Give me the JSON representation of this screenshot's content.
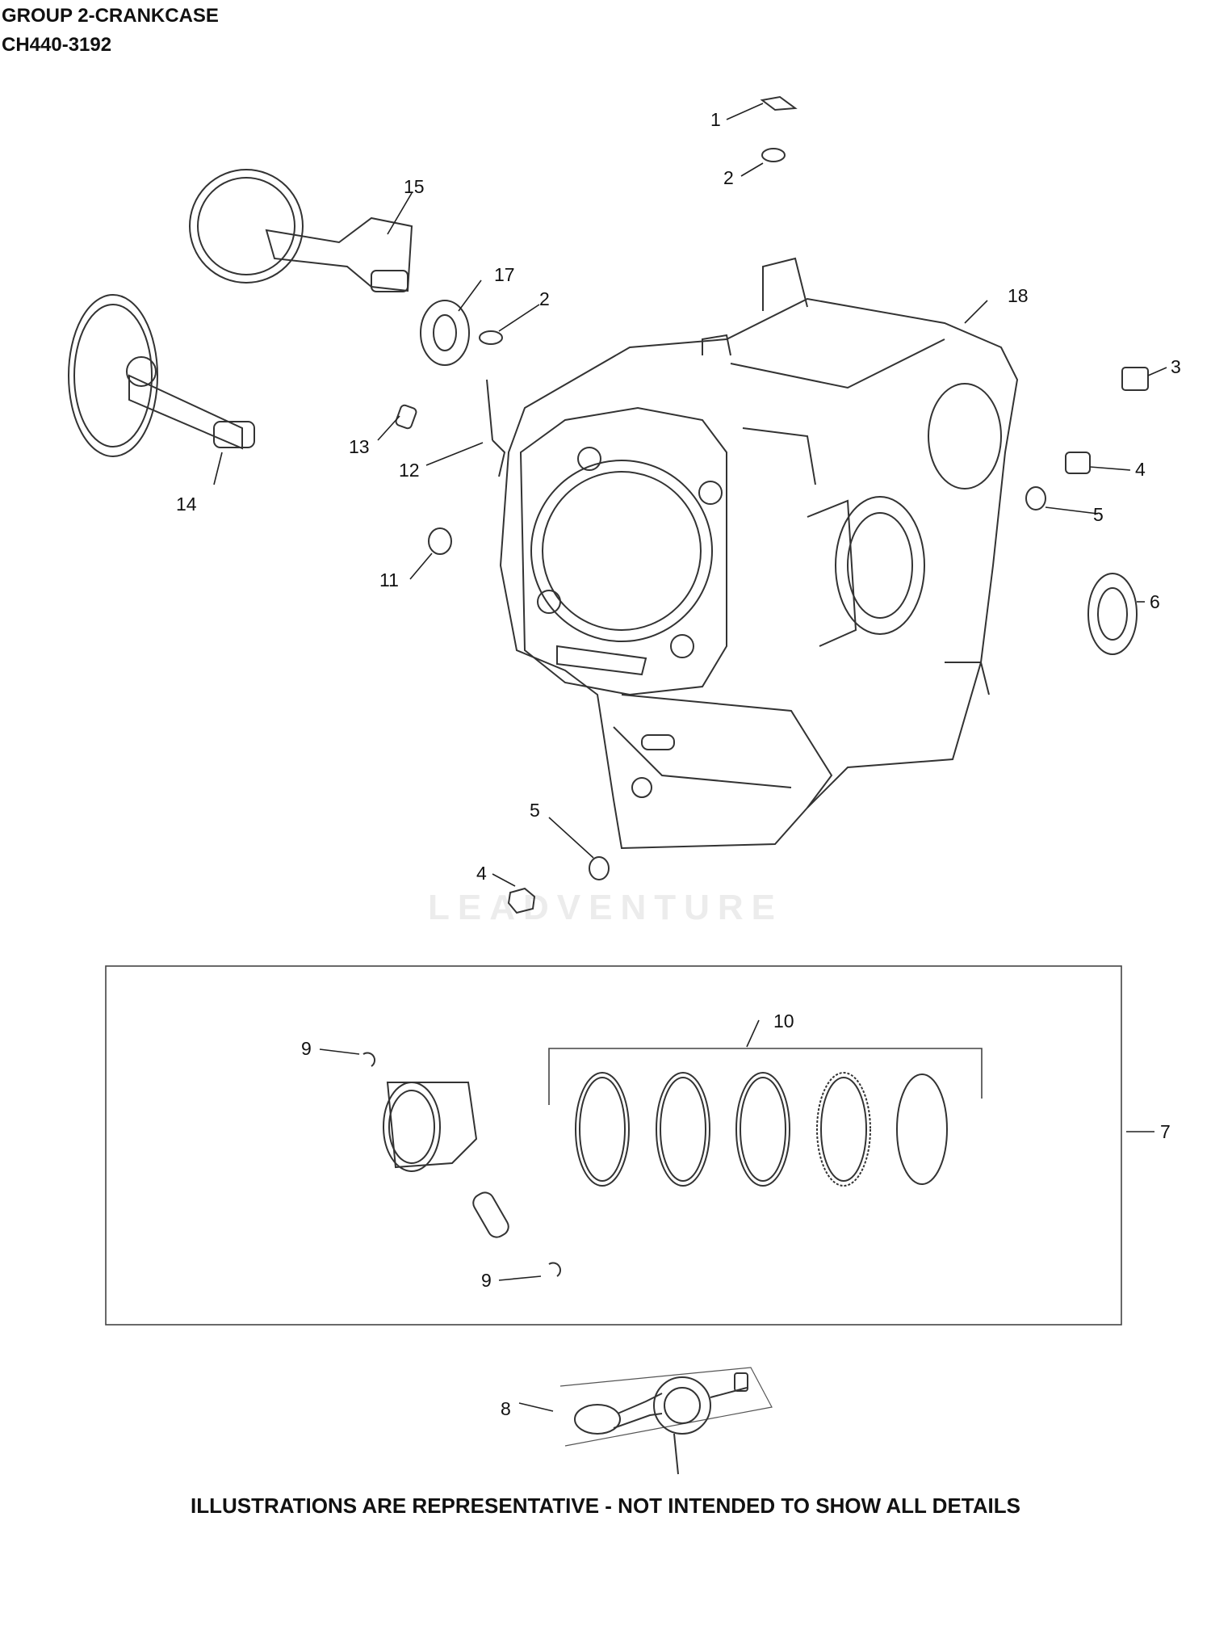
{
  "header": {
    "title": "GROUP 2-CRANKCASE",
    "subtitle": "CH440-3192"
  },
  "callouts": [
    "1",
    "2",
    "2",
    "3",
    "4",
    "4",
    "5",
    "5",
    "6",
    "7",
    "8",
    "9",
    "9",
    "10",
    "11",
    "12",
    "13",
    "14",
    "15",
    "17",
    "18"
  ],
  "watermark": "LEADVENTURE",
  "footer": "ILLUSTRATIONS ARE REPRESENTATIVE - NOT INTENDED TO SHOW ALL DETAILS"
}
